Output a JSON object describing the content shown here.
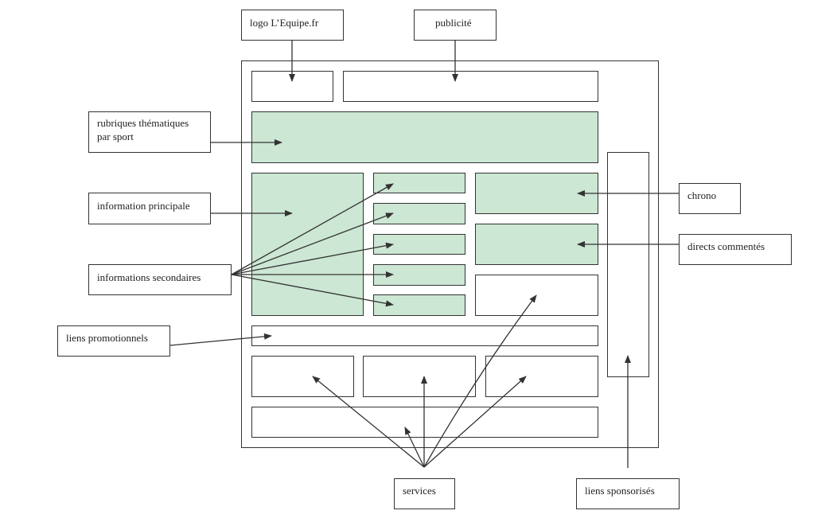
{
  "diagram": {
    "title": "Maquette page d'accueil L'Equipe.fr",
    "colors": {
      "highlight_fill": "#cce7d4",
      "stroke": "#333333"
    },
    "labels": {
      "logo": "logo L’Equipe.fr",
      "pub": "publicité",
      "rubriques_line1": "rubriques thématiques",
      "rubriques_line2": "par sport",
      "info_principale": "information principale",
      "infos_secondaires": "informations secondaires",
      "liens_promo": "liens promotionnels",
      "chrono": "chrono",
      "directs": "directs commentés",
      "services": "services",
      "liens_sponsorises": "liens sponsorisés"
    },
    "regions": [
      {
        "id": "logo-zone",
        "highlighted": false
      },
      {
        "id": "pub-zone",
        "highlighted": false
      },
      {
        "id": "rubriques-zone",
        "highlighted": true
      },
      {
        "id": "info-principale-zone",
        "highlighted": true
      },
      {
        "id": "info-secondaire-1",
        "highlighted": true
      },
      {
        "id": "info-secondaire-2",
        "highlighted": true
      },
      {
        "id": "info-secondaire-3",
        "highlighted": true
      },
      {
        "id": "info-secondaire-4",
        "highlighted": true
      },
      {
        "id": "info-secondaire-5",
        "highlighted": true
      },
      {
        "id": "chrono-zone",
        "highlighted": true
      },
      {
        "id": "directs-zone",
        "highlighted": true
      },
      {
        "id": "service-right-zone",
        "highlighted": false
      },
      {
        "id": "sponsor-column",
        "highlighted": false
      },
      {
        "id": "promo-zone",
        "highlighted": false
      },
      {
        "id": "service-1",
        "highlighted": false
      },
      {
        "id": "service-2",
        "highlighted": false
      },
      {
        "id": "service-3",
        "highlighted": false
      },
      {
        "id": "service-footer",
        "highlighted": false
      }
    ]
  }
}
